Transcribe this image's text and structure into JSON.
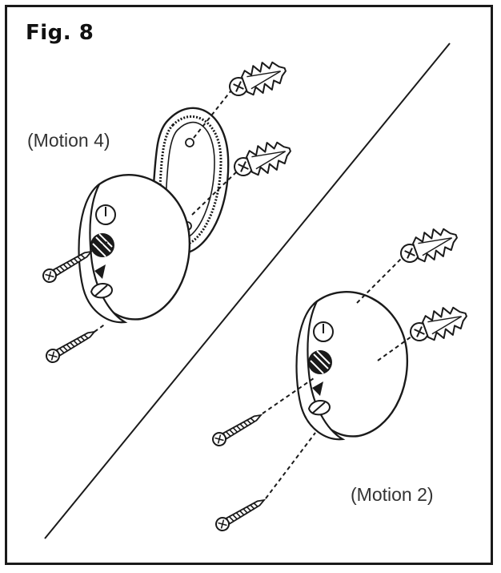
{
  "figure": {
    "title": "Fig. 8",
    "labels": {
      "motion4": "(Motion 4)",
      "motion2": "(Motion 2)"
    }
  },
  "colors": {
    "ink": "#1a1a1a",
    "border": "#1a1a1a",
    "background": "#ffffff",
    "label": "#333333"
  },
  "icons": {
    "screw": "screw-icon",
    "anchor": "wall-anchor-icon",
    "sensor": "motion-sensor-icon"
  }
}
